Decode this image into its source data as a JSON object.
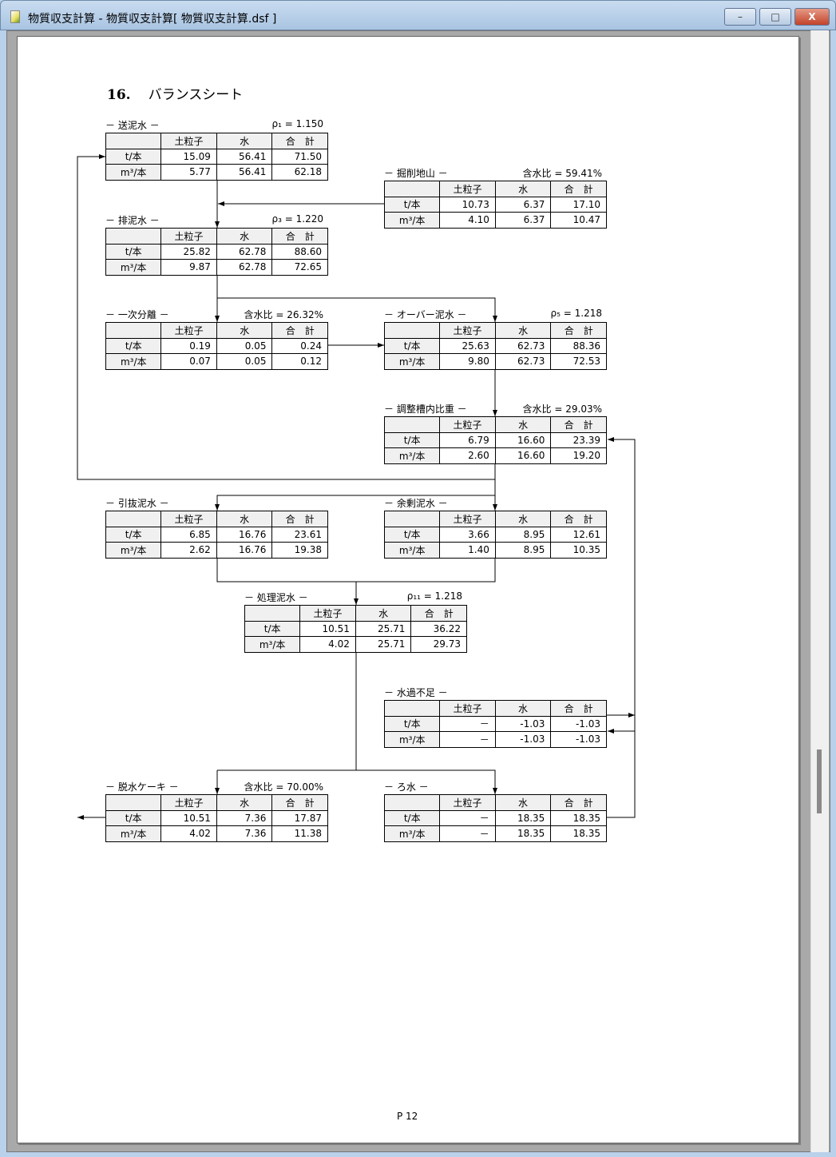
{
  "window": {
    "title": "物質収支計算 - 物質収支計算[ 物質収支計算.dsf ]",
    "minimize": "–",
    "maximize": "□",
    "close": "X"
  },
  "heading": {
    "number": "16.",
    "text": "バランスシート"
  },
  "header_row": [
    "",
    "土粒子",
    "水",
    "合　計"
  ],
  "row_labels": [
    "t/本",
    "m³/本"
  ],
  "tables": [
    {
      "id": "sendeisui",
      "caption": "－ 送泥水 －",
      "note": "ρ₁ = 1.150",
      "rows": [
        [
          "15.09",
          "56.41",
          "71.50"
        ],
        [
          "5.77",
          "56.41",
          "62.18"
        ]
      ]
    },
    {
      "id": "kussaku",
      "caption": "－ 掘削地山 －",
      "note": "含水比 = 59.41%",
      "rows": [
        [
          "10.73",
          "6.37",
          "17.10"
        ],
        [
          "4.10",
          "6.37",
          "10.47"
        ]
      ]
    },
    {
      "id": "haideisui",
      "caption": "－ 排泥水 －",
      "note": "ρ₃ = 1.220",
      "rows": [
        [
          "25.82",
          "62.78",
          "88.60"
        ],
        [
          "9.87",
          "62.78",
          "72.65"
        ]
      ]
    },
    {
      "id": "ichiji",
      "caption": "－ 一次分離 －",
      "note": "含水比 = 26.32%",
      "rows": [
        [
          "0.19",
          "0.05",
          "0.24"
        ],
        [
          "0.07",
          "0.05",
          "0.12"
        ]
      ]
    },
    {
      "id": "over",
      "caption": "－ オーバー泥水 －",
      "note": "ρ₅ = 1.218",
      "rows": [
        [
          "25.63",
          "62.73",
          "88.36"
        ],
        [
          "9.80",
          "62.73",
          "72.53"
        ]
      ]
    },
    {
      "id": "chosei",
      "caption": "－ 調整槽内比重 －",
      "note": "含水比 = 29.03%",
      "rows": [
        [
          "6.79",
          "16.60",
          "23.39"
        ],
        [
          "2.60",
          "16.60",
          "19.20"
        ]
      ]
    },
    {
      "id": "hikinuki",
      "caption": "－ 引抜泥水 －",
      "note": "",
      "rows": [
        [
          "6.85",
          "16.76",
          "23.61"
        ],
        [
          "2.62",
          "16.76",
          "19.38"
        ]
      ]
    },
    {
      "id": "yojo",
      "caption": "－ 余剰泥水 －",
      "note": "",
      "rows": [
        [
          "3.66",
          "8.95",
          "12.61"
        ],
        [
          "1.40",
          "8.95",
          "10.35"
        ]
      ]
    },
    {
      "id": "shori",
      "caption": "－ 処理泥水 －",
      "note": "ρ₁₁ = 1.218",
      "rows": [
        [
          "10.51",
          "25.71",
          "36.22"
        ],
        [
          "4.02",
          "25.71",
          "29.73"
        ]
      ]
    },
    {
      "id": "mizukabusoku",
      "caption": "－ 水過不足 －",
      "note": "",
      "rows": [
        [
          "－",
          "-1.03",
          "-1.03"
        ],
        [
          "－",
          "-1.03",
          "-1.03"
        ]
      ]
    },
    {
      "id": "dassui",
      "caption": "－ 脱水ケーキ －",
      "note": "含水比 = 70.00%",
      "rows": [
        [
          "10.51",
          "7.36",
          "17.87"
        ],
        [
          "4.02",
          "7.36",
          "11.38"
        ]
      ]
    },
    {
      "id": "rosui",
      "caption": "－ ろ水 －",
      "note": "",
      "rows": [
        [
          "－",
          "18.35",
          "18.35"
        ],
        [
          "－",
          "18.35",
          "18.35"
        ]
      ]
    }
  ],
  "page_number": "P 12"
}
